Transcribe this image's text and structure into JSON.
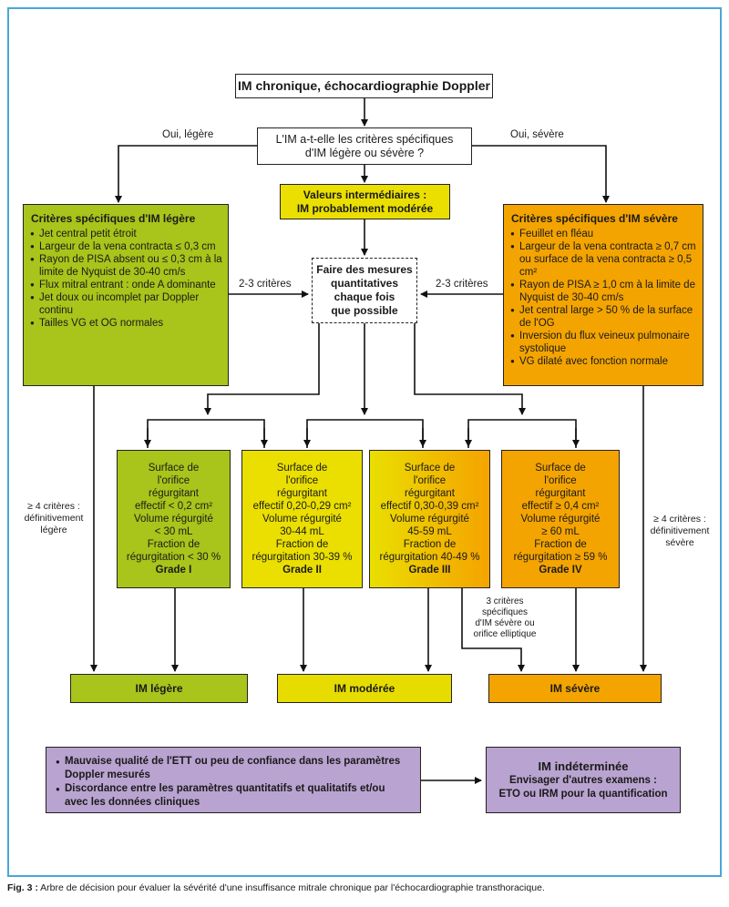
{
  "title": "IM chronique, échocardiographie Doppler",
  "question": {
    "line1": "L'IM a-t-elle les critères spécifiques",
    "line2": "d'IM légère ou sévère ?"
  },
  "branch_left_label": "Oui, légère",
  "branch_right_label": "Oui, sévère",
  "intermediate": {
    "line1": "Valeurs intermédiaires :",
    "line2": "IM probablement modérée"
  },
  "mild_criteria": {
    "heading": "Critères spécifiques d'IM légère",
    "items": [
      "Jet central petit étroit",
      "Largeur de la vena contracta ≤ 0,3 cm",
      "Rayon de PISA absent ou ≤ 0,3 cm à la limite de Nyquist de 30-40 cm/s",
      "Flux mitral entrant : onde A dominante",
      "Jet doux ou incomplet par Doppler continu",
      "Tailles VG et OG normales"
    ]
  },
  "severe_criteria": {
    "heading": "Critères spécifiques d'IM sévère",
    "items": [
      "Feuillet en fléau",
      "Largeur de la vena contracta ≥ 0,7 cm ou surface de la vena contracta ≥ 0,5 cm²",
      "Rayon de PISA ≥ 1,0 cm à la limite de Nyquist de 30-40 cm/s",
      "Jet central large > 50 % de la surface de l'OG",
      "Inversion du flux veineux pulmonaire systolique",
      "VG dilaté avec fonction normale"
    ]
  },
  "measure": {
    "line1": "Faire des mesures",
    "line2": "quantitatives",
    "line3": "chaque fois",
    "line4": "que possible"
  },
  "criteria_left": "2-3 critères",
  "criteria_right": "2-3 critères",
  "grades": [
    {
      "l1": "Surface de",
      "l2": "l'orifice",
      "l3": "régurgitant",
      "l4": "effectif < 0,2 cm²",
      "l5": "Volume régurgité",
      "l6": "< 30 mL",
      "l7": "Fraction de",
      "l8": "régurgitation < 30 %",
      "grade": "Grade I"
    },
    {
      "l1": "Surface de",
      "l2": "l'orifice",
      "l3": "régurgitant",
      "l4": "effectif 0,20-0,29 cm²",
      "l5": "Volume régurgité",
      "l6": "30-44 mL",
      "l7": "Fraction de",
      "l8": "régurgitation 30-39 %",
      "grade": "Grade II"
    },
    {
      "l1": "Surface de",
      "l2": "l'orifice",
      "l3": "régurgitant",
      "l4": "effectif 0,30-0,39 cm²",
      "l5": "Volume régurgité",
      "l6": "45-59 mL",
      "l7": "Fraction de",
      "l8": "régurgitation 40-49 %",
      "grade": "Grade III"
    },
    {
      "l1": "Surface de",
      "l2": "l'orifice",
      "l3": "régurgitant",
      "l4": "effectif ≥ 0,4 cm²",
      "l5": "Volume régurgité",
      "l6": "≥ 60 mL",
      "l7": "Fraction de",
      "l8": "régurgitation ≥ 59 %",
      "grade": "Grade IV"
    }
  ],
  "left_definitive": {
    "l1": "≥ 4 critères :",
    "l2": "définitivement",
    "l3": "légère"
  },
  "right_definitive": {
    "l1": "≥ 4 critères :",
    "l2": "définitivement",
    "l3": "sévère"
  },
  "grade3_note": {
    "l1": "3 critères",
    "l2": "spécifiques",
    "l3": "d'IM sévère ou",
    "l4": "orifice elliptique"
  },
  "results": {
    "mild": "IM légère",
    "moderate": "IM modérée",
    "severe": "IM sévère"
  },
  "bottom_left": {
    "items": [
      "Mauvaise qualité de l'ETT ou peu de confiance dans les paramètres Doppler mesurés",
      "Discordance entre les paramètres quantitatifs et qualitatifs et/ou avec les données cliniques"
    ]
  },
  "bottom_right": {
    "l1": "IM indéterminée",
    "l2": "Envisager d'autres examens :",
    "l3": "ETO ou IRM pour la quantification"
  },
  "caption": {
    "label": "Fig. 3 :",
    "text": " Arbre de décision pour évaluer la sévérité d'une insuffisance mitrale chronique par l'échocardiographie transthoracique."
  },
  "colors": {
    "green": "#a9c41a",
    "yellow": "#eadf00",
    "orange": "#f4a400",
    "purple": "#b9a3d0",
    "frame": "#4aa6d8"
  }
}
